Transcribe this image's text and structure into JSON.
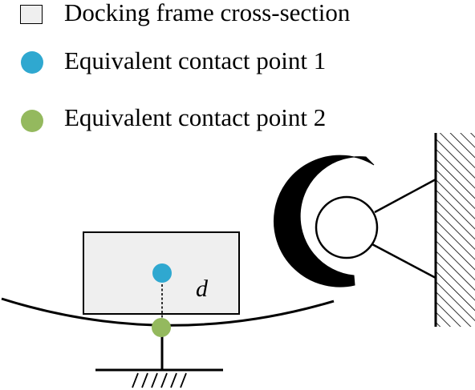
{
  "legend": {
    "items": [
      {
        "label": "Docking frame cross-section",
        "swatch": "box",
        "color": "#efefef"
      },
      {
        "label": "Equivalent contact point 1",
        "swatch": "dot",
        "color": "#2fa8d0"
      },
      {
        "label": "Equivalent contact point 2",
        "swatch": "dot",
        "color": "#94b95e"
      }
    ]
  },
  "diagram": {
    "distance_label": "d",
    "colors": {
      "stroke": "#000000",
      "frame_fill": "#efefef",
      "point1": "#2fa8d0",
      "point2": "#94b95e"
    }
  }
}
